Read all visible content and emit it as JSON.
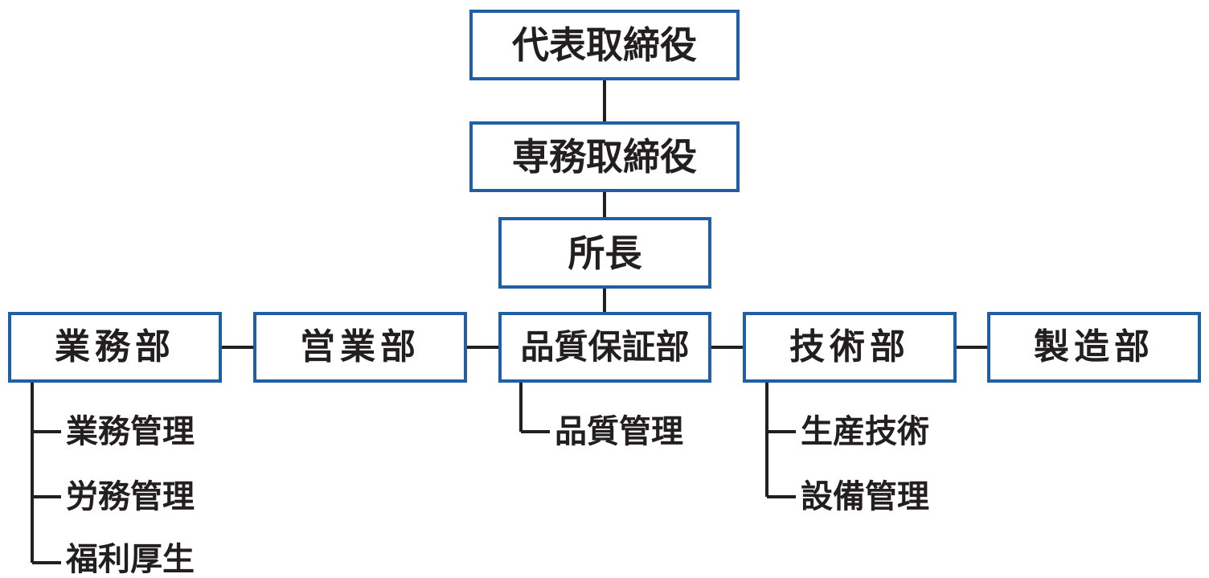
{
  "org_chart": {
    "ceo": "代表取締役",
    "senior_director": "専務取締役",
    "plant_manager": "所長",
    "departments": {
      "business": "業務部",
      "sales": "営業部",
      "quality": "品質保証部",
      "engineering": "技術部",
      "manufacturing": "製造部"
    },
    "sections": {
      "business": [
        "業務管理",
        "労務管理",
        "福利厚生"
      ],
      "quality": [
        "品質管理"
      ],
      "engineering": [
        "生産技術",
        "設備管理"
      ]
    }
  },
  "colors": {
    "box_border": "#1f5fa6",
    "line": "#231f20",
    "text": "#231f20"
  }
}
